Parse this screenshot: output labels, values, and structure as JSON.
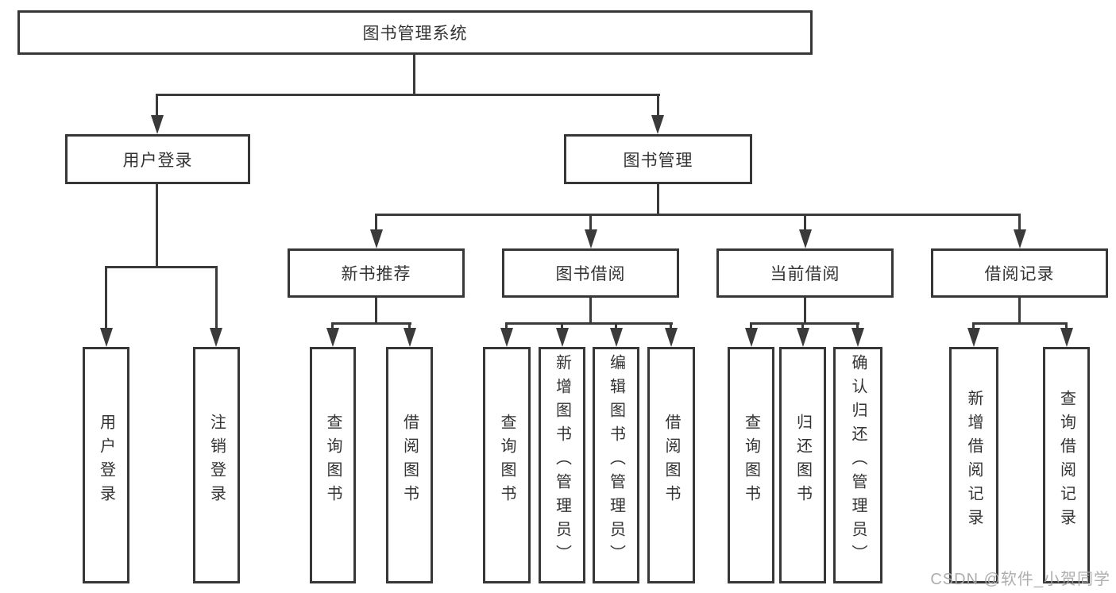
{
  "diagram_title": "图书管理系统",
  "colors": {
    "line": "#3a3a3a",
    "border": "#373737",
    "text": "#333333",
    "background": "#ffffff",
    "watermark": "#a8a8a8"
  },
  "tree": {
    "root": {
      "label": "图书管理系统"
    },
    "branches": [
      {
        "label": "用户登录",
        "children": [
          {
            "label": "用户登录"
          },
          {
            "label": "注销登录"
          }
        ]
      },
      {
        "label": "图书管理",
        "children": [
          {
            "label": "新书推荐",
            "children": [
              {
                "label": "查询图书"
              },
              {
                "label": "借阅图书"
              }
            ]
          },
          {
            "label": "图书借阅",
            "children": [
              {
                "label": "查询图书"
              },
              {
                "label": "新增图书（管理员）"
              },
              {
                "label": "编辑图书（管理员）"
              },
              {
                "label": "借阅图书"
              }
            ]
          },
          {
            "label": "当前借阅",
            "children": [
              {
                "label": "查询图书"
              },
              {
                "label": "归还图书"
              },
              {
                "label": "确认归还（管理员）"
              }
            ]
          },
          {
            "label": "借阅记录",
            "children": [
              {
                "label": "新增借阅记录"
              },
              {
                "label": "查询借阅记录"
              }
            ]
          }
        ]
      }
    ]
  },
  "watermark": {
    "text": "CSDN @软件_小贺同学"
  }
}
